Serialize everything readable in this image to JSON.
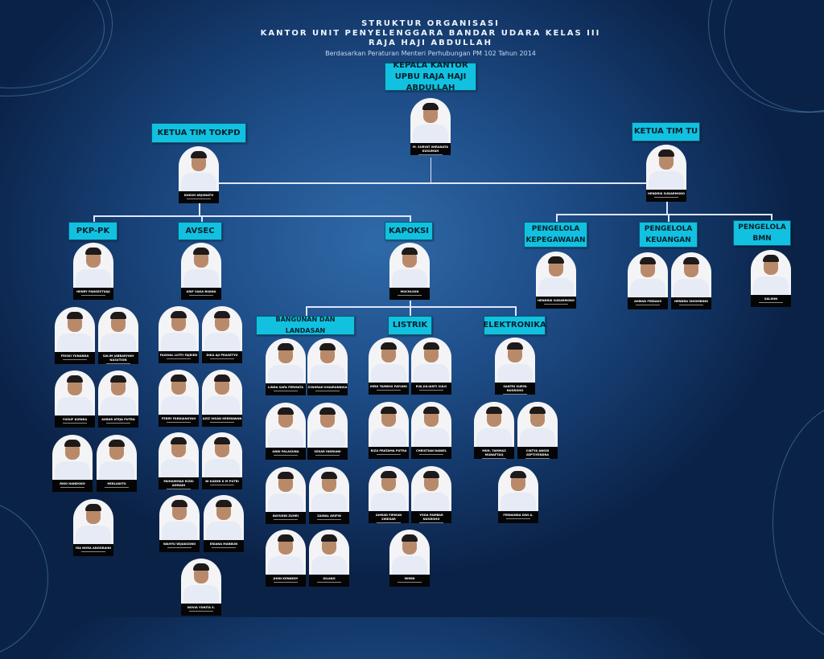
{
  "header": {
    "line1": "STRUKTUR ORGANISASI",
    "line2": "KANTOR UNIT PENYELENGGARA BANDAR UDARA KELAS III",
    "line3": "RAJA HAJI ABDULLAH",
    "subtitle": "Berdasarkan Peraturan Menteri Perhubungan PM 102 Tahun 2014"
  },
  "boxes": {
    "kepala": "KEPALA KANTOR UPBU RAJA HAJI ABDULLAH",
    "tokpd": "KETUA TIM TOKPD",
    "tu": "KETUA TIM TU",
    "pkppk": "PKP-PK",
    "avsec": "AVSEC",
    "kapoksi": "KAPOKSI",
    "kepegawaian": "PENGELOLA KEPEGAWAIAN",
    "keuangan": "PENGELOLA KEUANGAN",
    "bmn": "PENGELOLA BMN",
    "bangunan": "BANGUNAN DAN LANDASAN",
    "listrik": "LISTRIK",
    "elektronika": "ELEKTRONIKA"
  },
  "colors": {
    "box": "#12c1e0",
    "line": "#dfe6ff",
    "plate": "#050505"
  },
  "people": [
    "M. SURYAT WIRANATA KUSUMAH",
    "KUKUH ARJUNATO",
    "HENDRIK SUDARMOKO",
    "HENRY PANGESTUAJI",
    "ARIF SAKA BUANA",
    "MUCHLISIN",
    "HENDRIK SUDARMOKO",
    "AHMAD FIRDAUS",
    "HENDRA SIHOMBING",
    "SALIHIN",
    "FRISKI YUNANDA",
    "SALIM JABBARIYAH NASUTION",
    "YUSUF KURNIA",
    "AKBAR ATEJA PUTRA",
    "RIKO HANDOKO",
    "HERLIANTO",
    "IRA NORA ANGGRAINI",
    "FAISHAL LUTFI FAJRIEN",
    "DIKA AJI PRASETYO",
    "FERRY FARDIANSYAH",
    "AZIZ IHSAN HERMAWAN",
    "MUHAMMAD RIZKI AHMADI",
    "NI KADEK K M PUTRI",
    "WAHYU WIJAKSONO",
    "ERIANA MARBUN",
    "NOVIA YUNITA S.",
    "LINDA SAFA PERMATA",
    "SYAHRAH KHAIRUNNISA",
    "ANDI PALAGUNA",
    "SEKAR INDRIANI",
    "BAYUDIN ZUHRI",
    "ZAINAL ARIFIN",
    "JHON KENNEDY",
    "GILANG",
    "MEDI TAMBOS PAYUNG",
    "EVA JULIANTI SULO",
    "RIZA PRATAMA PUTRA",
    "CHRISTIAN DANIEL",
    "AHMAD FIRMAN SIREGAR",
    "YOGA PAMBAR NUGROHO",
    "MIMIN",
    "SANTRI SURYA NUGROHO",
    "MUH. TAMMAZ MUNAFTAQ",
    "CINTYA ANGGI SEPTIYENDRA",
    "FERNANDA DWI A."
  ]
}
